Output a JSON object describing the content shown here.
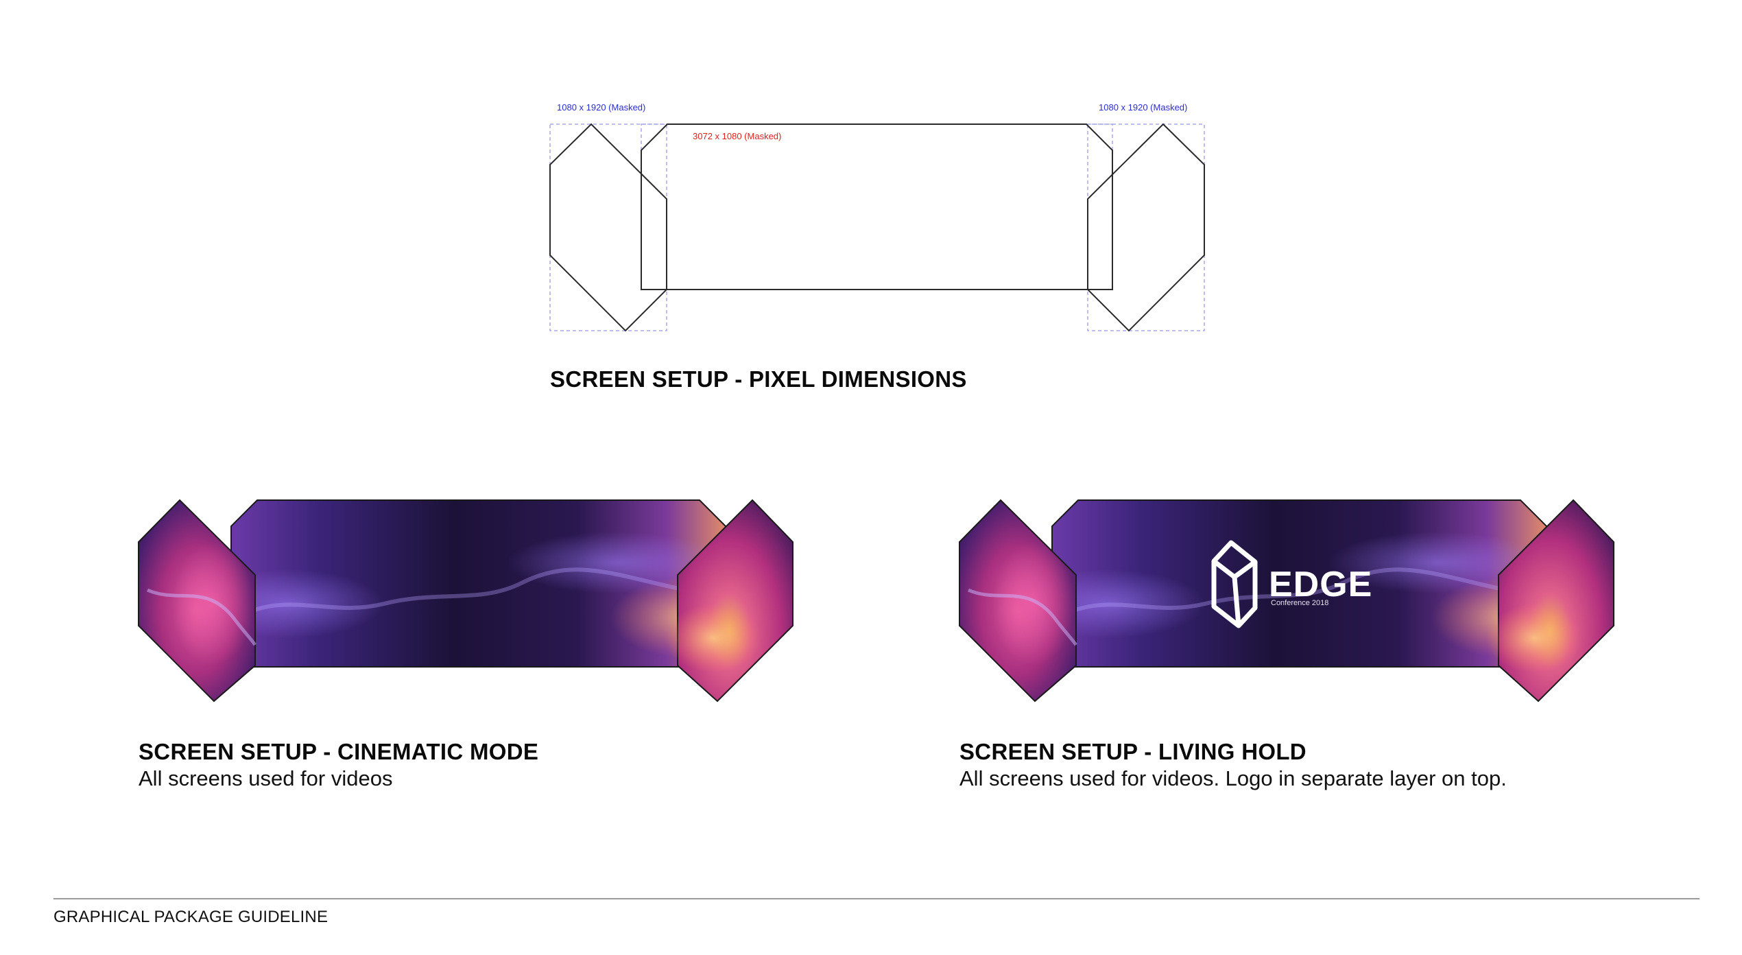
{
  "diagram": {
    "title": "SCREEN SETUP - PIXEL DIMENSIONS",
    "left_panel_label": "1080 x 1920 (Masked)",
    "center_panel_label": "3072 x 1080 (Masked)",
    "right_panel_label": "1080 x 1920 (Masked)",
    "side_label_color": "#2b2bd6",
    "center_label_color": "#e02020"
  },
  "cinematic": {
    "title": "SCREEN SETUP - CINEMATIC MODE",
    "caption": "All screens used for videos"
  },
  "living_hold": {
    "title": "SCREEN SETUP - LIVING HOLD",
    "caption": "All screens used for videos. Logo in separate layer on top.",
    "logo": {
      "icon": "crystal-logo-icon",
      "name": "EDGE",
      "subtitle": "Conference 2018"
    }
  },
  "footer": {
    "text": "GRAPHICAL PACKAGE GUIDELINE"
  },
  "colors": {
    "space_dark": "#1b1036",
    "space_purple": "#5a2a8a",
    "space_magenta": "#c83a8e",
    "space_gold": "#f0b060"
  }
}
